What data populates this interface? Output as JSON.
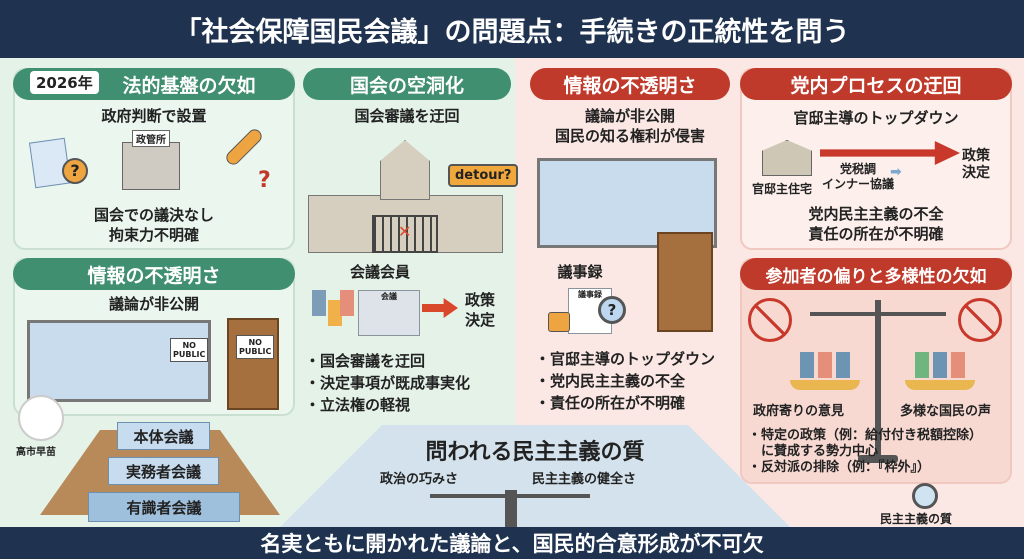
{
  "header": {
    "title": "「社会保障国民会議」の問題点：手続きの正統性を問う"
  },
  "legal": {
    "year": "2026年",
    "title": "法的基盤の欠如",
    "line1": "政府判断で設置",
    "building_label": "政管所",
    "line2": "国会での議決なし",
    "line3": "拘束力不明確"
  },
  "diet": {
    "title": "国会の空洞化",
    "subtitle": "国会審議を迂回",
    "sign": "detour?",
    "members_label": "会議会員",
    "doc_label": "会議",
    "decision": [
      "政策",
      "決定"
    ],
    "bullets": [
      "・国会審議を迂回",
      "・決定事項が既成事実化",
      "・立法権の軽視"
    ]
  },
  "info_left": {
    "title": "情報の不透明さ",
    "subtitle": "議論が非公開",
    "sign": [
      "NO",
      "PUBLIC"
    ],
    "door_sign": [
      "NO",
      "PUBLIC"
    ]
  },
  "meeting": {
    "person": "高市早苗",
    "tiers": [
      "本体会議",
      "実務者会議",
      "有識者会議"
    ]
  },
  "info_right": {
    "title": "情報の不透明さ",
    "line1": "議論が非公開",
    "line2": "国民の知る権利が侵害",
    "minutes_label": "議事録",
    "doc_label": "議事録",
    "bullets": [
      "・官邸主導のトップダウン",
      "・党内民主主義の不全",
      "・責任の所在が不明確"
    ]
  },
  "party": {
    "title": "党内プロセスの迂回",
    "subtitle": "官邸主導のトップダウン",
    "origin": "官邸主住宅",
    "middle": [
      "党税調",
      "インナー協議"
    ],
    "decision": [
      "政策",
      "決定"
    ],
    "line1": "党内民主主義の不全",
    "line2": "責任の所在が不明確"
  },
  "participants": {
    "title": "参加者の偏りと多様性の欠如",
    "left_label": "政府寄りの意見",
    "right_label": "多様な国民の声",
    "bullets": [
      "・特定の政策（例：給付付き税額控除）",
      "　に賛成する勢力中心",
      "・反対派の排除（例：『枠外』）"
    ]
  },
  "quality": {
    "title": "問われる民主主義の質",
    "left": "政治の巧みさ",
    "right": "民主主義の健全さ",
    "corner": "民主主義の質"
  },
  "footer": {
    "text": "名実ともに開かれた議論と、国民的合意形成が不可欠"
  },
  "colors": {
    "navy": "#1f3350",
    "green": "#3f8f70",
    "red": "#bf3a2b"
  }
}
